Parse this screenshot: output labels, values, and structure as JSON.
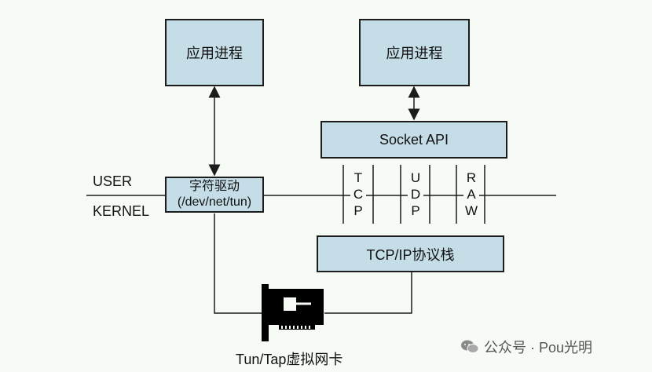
{
  "colors": {
    "background": "#f6fbf5",
    "box_fill": "#c5dde6",
    "stroke": "#1c1c1c",
    "card": "#000000"
  },
  "app_process_left": "应用进程",
  "app_process_right": "应用进程",
  "socket_api": "Socket API",
  "char_driver": {
    "title": "字符驱动",
    "path": "(/dev/net/tun)"
  },
  "user_label": "USER",
  "kernel_label": "KERNEL",
  "protocols": [
    {
      "letters": [
        "T",
        "C",
        "P"
      ]
    },
    {
      "letters": [
        "U",
        "D",
        "P"
      ]
    },
    {
      "letters": [
        "R",
        "A",
        "W"
      ]
    }
  ],
  "tcpip_stack": "TCP/IP协议栈",
  "tun_tap_card": "Tun/Tap虚拟网卡",
  "watermark": {
    "text": "公众号 · Pou光明",
    "icon": "wechat-icon"
  }
}
